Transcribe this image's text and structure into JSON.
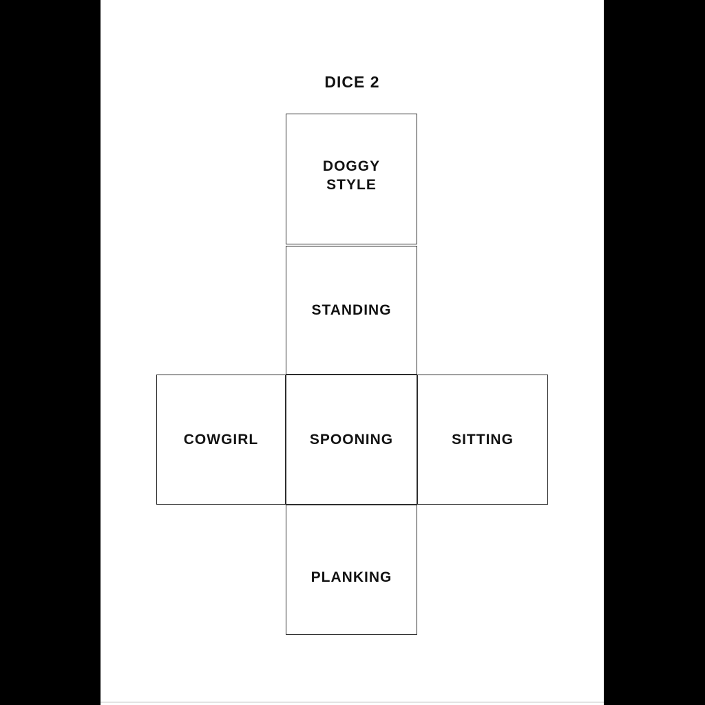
{
  "page": {
    "title": "DICE 2",
    "colors": {
      "background": "#000000",
      "paper": "#ffffff",
      "line": "#2d2d2d",
      "text": "#121212",
      "paper_edge": "#e3e3e3"
    }
  },
  "faces": [
    {
      "label": "DOGGY STYLE",
      "position": "top-center"
    },
    {
      "label": "STANDING",
      "position": "upper-center"
    },
    {
      "label": "COWGIRL",
      "position": "middle-left"
    },
    {
      "label": "SPOONING",
      "position": "middle-center"
    },
    {
      "label": "SITTING",
      "position": "middle-right"
    },
    {
      "label": "PLANKING",
      "position": "bottom-center"
    }
  ]
}
